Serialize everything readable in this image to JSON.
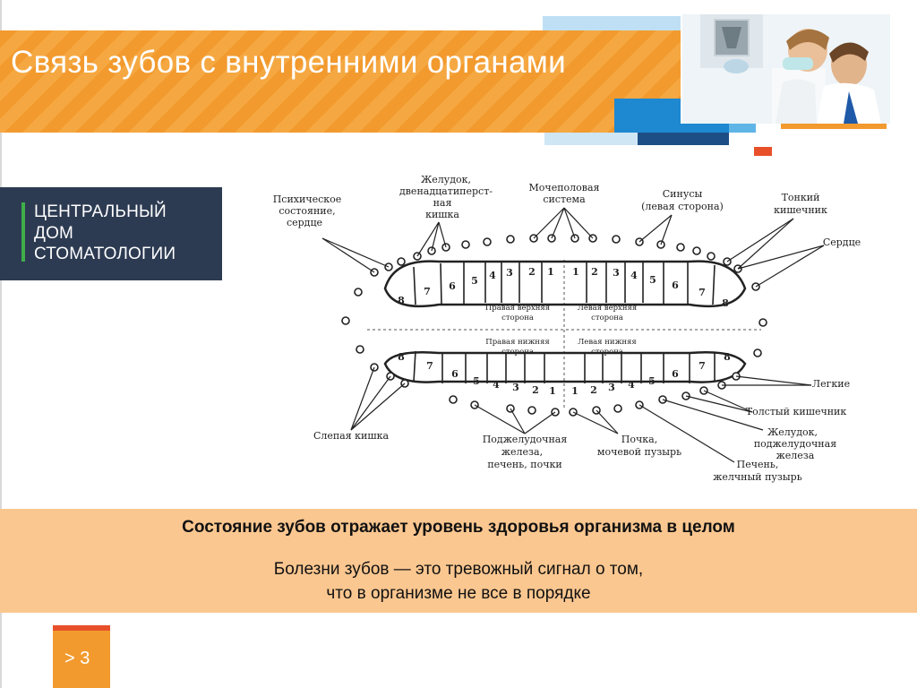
{
  "title": "Связь зубов с внутренними органами",
  "logo": {
    "line1": "ЦЕНТРАЛЬНЫЙ",
    "line2": "ДОМ",
    "line3": "СТОМАТОЛОГИИ"
  },
  "diagram": {
    "labels": {
      "psych": [
        "Психическое",
        "состояние,",
        "сердце"
      ],
      "stomach": [
        "Желудок,",
        "двенадцатиперст-",
        "ная",
        "кишка"
      ],
      "urogenital": [
        "Мочеполовая",
        "система"
      ],
      "sinus": [
        "Синусы",
        "(левая сторона)"
      ],
      "small_intestine": [
        "Тонкий",
        "кишечник"
      ],
      "heart": [
        "Сердце"
      ],
      "lungs": [
        "Легкие"
      ],
      "colon": [
        "Толстый кишечник"
      ],
      "stomach2": [
        "Желудок,",
        "поджелудочная",
        "железа"
      ],
      "liver": [
        "Печень,",
        "желчный пузырь"
      ],
      "appendix": [
        "Слепая кишка"
      ],
      "pancreas": [
        "Поджелудочная",
        "железа,",
        "печень, почки"
      ],
      "kidney": [
        "Почка,",
        "мочевой пузырь"
      ]
    },
    "quadrants": {
      "upper_right": [
        "Правая верхняя",
        "сторона"
      ],
      "upper_left": [
        "Левая верхняя",
        "сторона"
      ],
      "lower_right": [
        "Правая нижняя",
        "сторона"
      ],
      "lower_left": [
        "Левая нижняя",
        "сторона"
      ]
    },
    "upper_teeth": [
      "8",
      "7",
      "6",
      "5",
      "4",
      "3",
      "2",
      "1",
      "1",
      "2",
      "3",
      "4",
      "5",
      "6",
      "7",
      "8"
    ],
    "lower_teeth": [
      "8",
      "7",
      "6",
      "5",
      "4",
      "3",
      "2",
      "1",
      "1",
      "2",
      "3",
      "4",
      "5",
      "6",
      "7",
      "8"
    ]
  },
  "info": {
    "main": "Состояние зубов отражает уровень здоровья организма в целом",
    "sub_line1": "Болезни зубов — это тревожный сигнал о том,",
    "sub_line2": "что в организме не все в порядке"
  },
  "page": "> 3",
  "colors": {
    "orange": "#f29a2e",
    "blue": "#1e88d0",
    "navy": "#2d3b52",
    "green": "#3fae49",
    "peach": "#fbc790",
    "red": "#e8502a"
  }
}
